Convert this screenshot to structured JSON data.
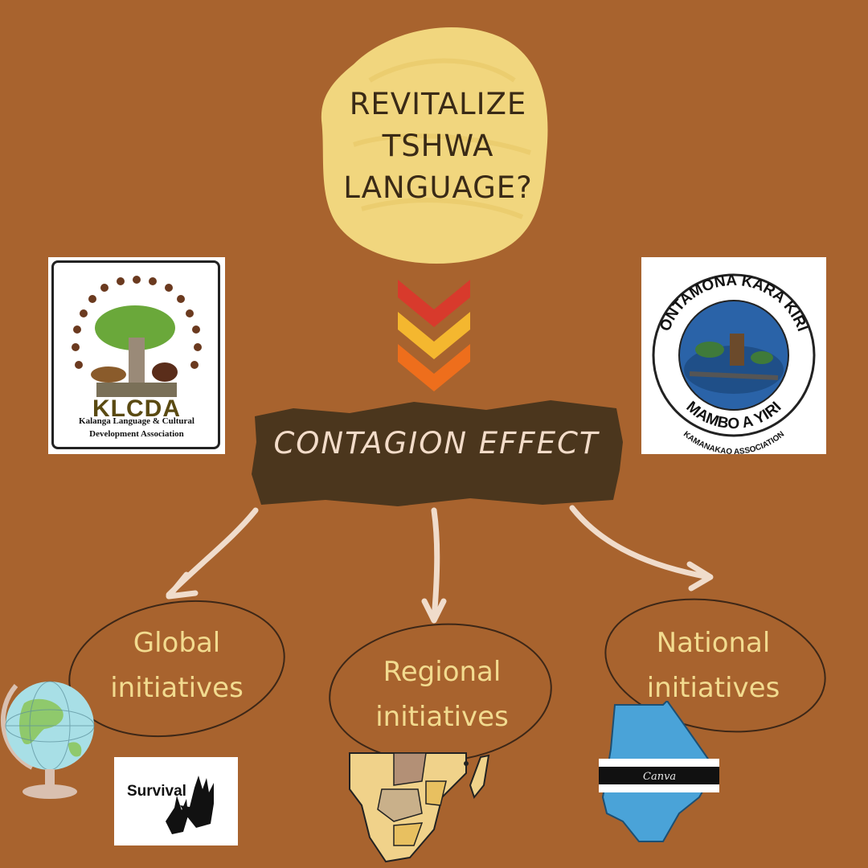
{
  "title": {
    "line1": "REVITALIZE",
    "line2": "TSHWA",
    "line3": "LANGUAGE?"
  },
  "center": {
    "label": "CONTAGION EFFECT"
  },
  "initiatives": [
    {
      "line1": "Global",
      "line2": "initiatives"
    },
    {
      "line1": "Regional",
      "line2": "initiatives"
    },
    {
      "line1": "National",
      "line2": "initiatives"
    }
  ],
  "logos": {
    "klcda": {
      "acronym": "KLCDA",
      "line1": "Kalanga Language & Cultural",
      "line2": "Development Association"
    },
    "kamanakao": {
      "top_text": "ONTAMONA KARA KIRI",
      "bottom_text": "MAMBO A YIRI",
      "association": "KAMANAKAO ASSOCIATION"
    },
    "survival": {
      "label": "Survival"
    },
    "canva": {
      "label": "Canva"
    }
  },
  "colors": {
    "background": "#a8632e",
    "title_blob": "#f1d67e",
    "center_box": "#4b361d",
    "chevron_1": "#d83a2c",
    "chevron_2": "#f4b72f",
    "chevron_3": "#ee6e1c",
    "arrow": "#f0dccb",
    "initiative_text": "#f2db8f"
  }
}
